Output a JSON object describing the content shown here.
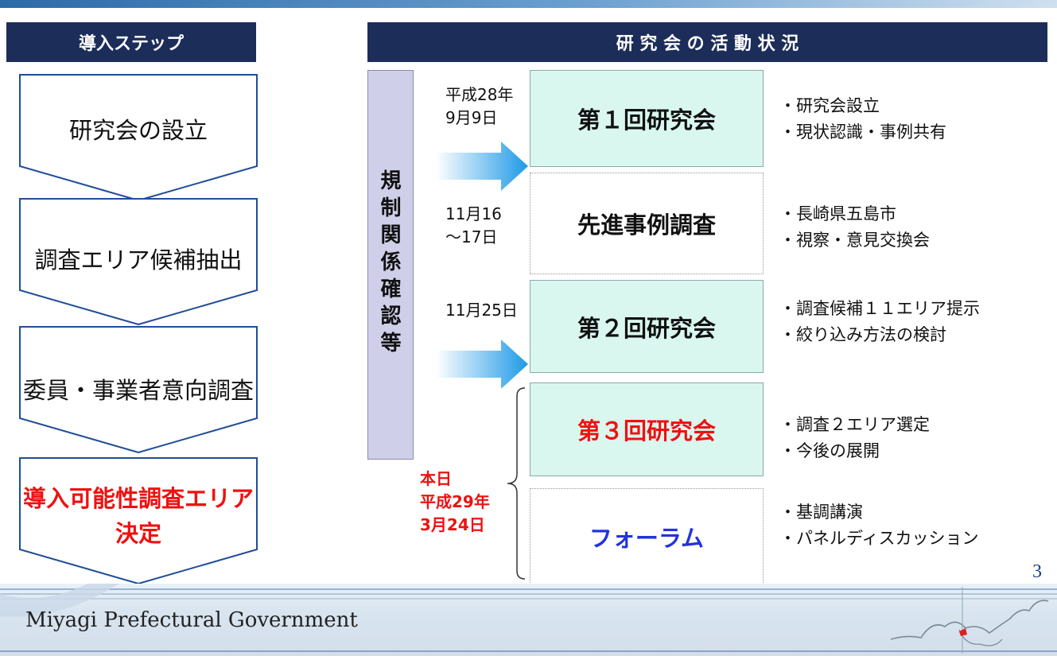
{
  "header_left": "導入ステップ",
  "header_right": "研 究 会 の 活 動 状 況",
  "steps": [
    "研究会の設立",
    "調査エリア候補抽出",
    "委員・事業者意向調査",
    "導入可能性調査エリア",
    "決定"
  ],
  "vertical_label": "規制関係確認等",
  "dates": {
    "d1_line1": "平成28年",
    "d1_line2": "9月9日",
    "d2_line1": "11月16",
    "d2_line2": "～17日",
    "d3": "11月25日",
    "today_line1": "本日",
    "today_line2": "平成29年",
    "today_line3": "3月24日"
  },
  "boxes": [
    "第１回研究会",
    "先進事例調査",
    "第２回研究会",
    "第３回研究会",
    "フォーラム"
  ],
  "notes": [
    [
      "・研究会設立",
      "・現状認識・事例共有"
    ],
    [
      "・長崎県五島市",
      "・視察・意見交換会"
    ],
    [
      "・調査候補１１エリア提示",
      "・絞り込み方法の検討"
    ],
    [
      "・調査２エリア選定",
      "・今後の展開"
    ],
    [
      "・基調講演",
      "・パネルディスカッション"
    ]
  ],
  "page_number": "3",
  "footer_brand": "Miyagi Prefectural Government",
  "colors": {
    "header": "#1c2d5a",
    "highlight_red": "#ee1111",
    "forum_blue": "#2233dd",
    "box_fill": "#d9f7ee"
  }
}
